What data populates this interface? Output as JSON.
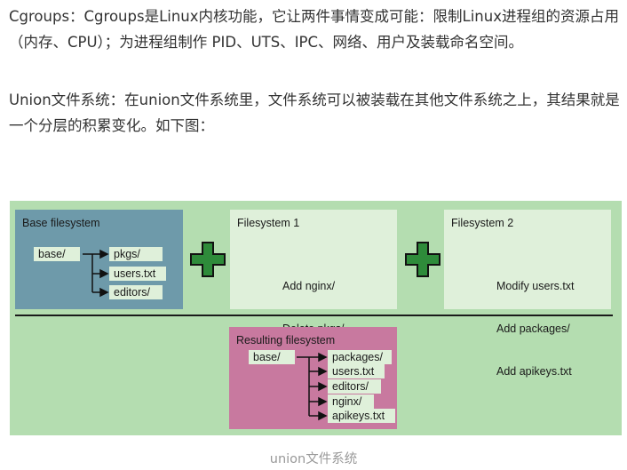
{
  "paragraphs": {
    "cgroups": "Cgroups：Cgroups是Linux内核功能，它让两件事情变成可能：限制Linux进程组的资源占用（内存、CPU）；为进程组制作 PID、UTS、IPC、网络、用户及装载命名空间。",
    "union": "Union文件系统：在union文件系统里，文件系统可以被装载在其他文件系统之上，其结果就是一个分层的积累变化。如下图："
  },
  "figure": {
    "base": {
      "title": "Base filesystem",
      "root": "base/",
      "items": [
        "pkgs/",
        "users.txt",
        "editors/"
      ]
    },
    "fs1": {
      "title": "Filesystem 1",
      "changes": [
        "Add nginx/",
        "Delete pkgs/"
      ]
    },
    "fs2": {
      "title": "Filesystem 2",
      "changes": [
        "Modify users.txt",
        "Add packages/",
        "Add apikeys.txt"
      ]
    },
    "result": {
      "title": "Resulting filesystem",
      "root": "base/",
      "items": [
        "packages/",
        "users.txt",
        "editors/",
        "nginx/",
        "apikeys.txt"
      ]
    },
    "colors": {
      "background": "#b4ddb0",
      "base_box": "#6e9aaa",
      "layer_box": "#dff0da",
      "result_box": "#c8799f",
      "plus": "#2e8b3a"
    }
  },
  "caption": "union文件系统"
}
